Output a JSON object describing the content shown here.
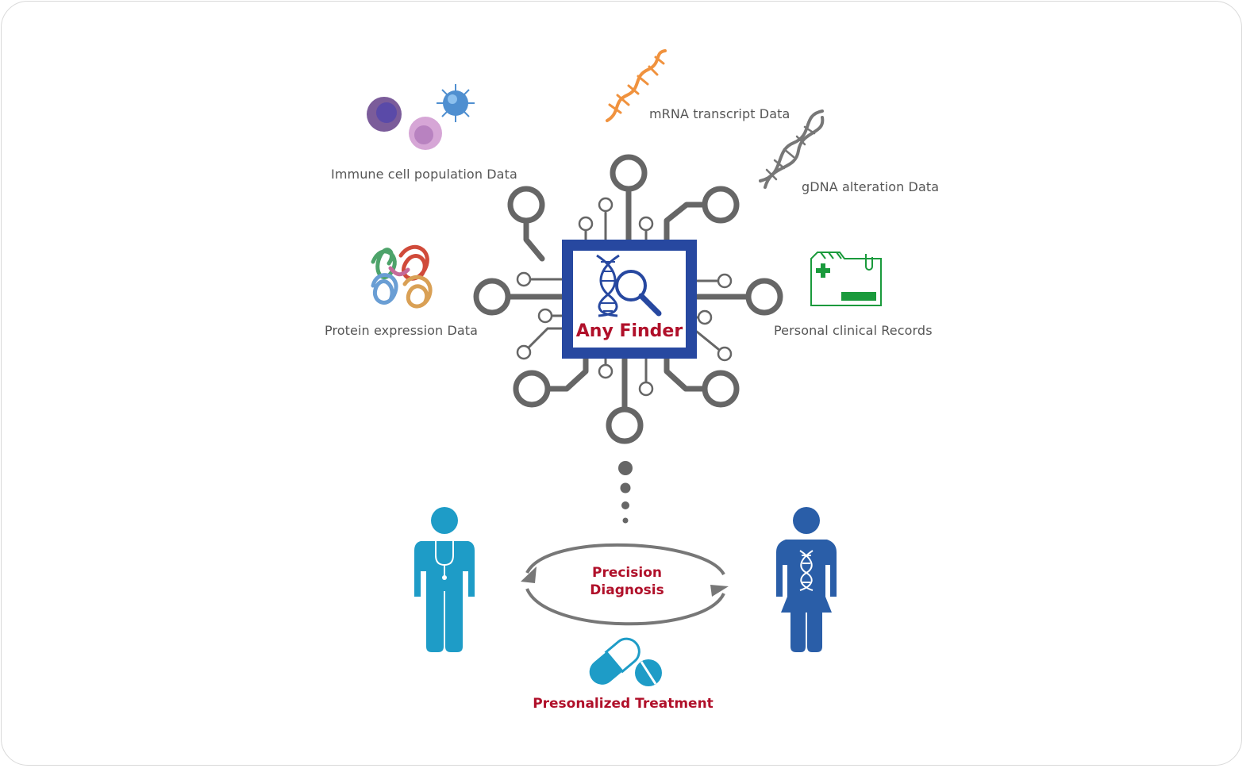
{
  "labels": {
    "immune": "Immune cell population Data",
    "mrna": "mRNA transcript Data",
    "gdna": "gDNA alteration Data",
    "protein": "Protein expression Data",
    "clinical": "Personal clinical Records",
    "core_title": "Any Finder",
    "cycle_line1": "Precision",
    "cycle_line2": "Diagnosis",
    "treatment": "Presonalized Treatment"
  },
  "icons": {
    "immune": "immune-cells-icon",
    "mrna": "rna-strand-icon",
    "gdna": "dna-helix-icon",
    "protein": "protein-structure-icon",
    "clinical": "medical-folder-icon",
    "core": "dna-magnifier-icon",
    "doctor": "doctor-icon",
    "patient": "patient-icon",
    "pill": "capsule-pill-icon"
  },
  "colors": {
    "circuit": "#666666",
    "core_border": "#2748a0",
    "core_text": "#b0102a",
    "doctor": "#1e9cc7",
    "patient": "#2a5ea8",
    "rna": "#f0923e",
    "clinical": "#1a9a3c",
    "arrow": "#777777"
  }
}
